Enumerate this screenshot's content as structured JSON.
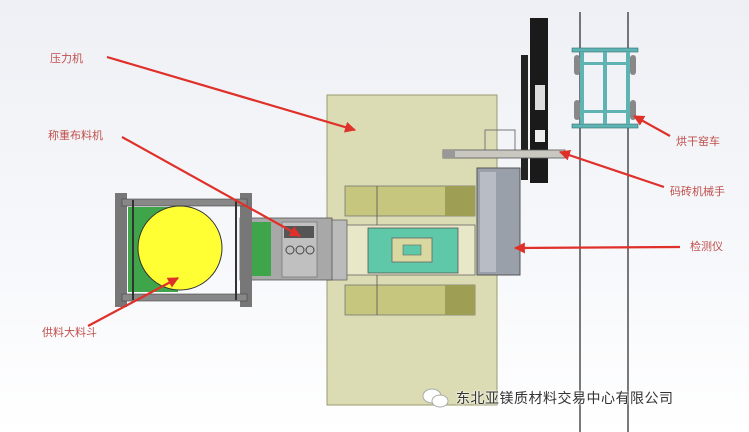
{
  "labels": {
    "press": "压力机",
    "weighing_feeder": "称重布料机",
    "feed_hopper": "供料大料斗",
    "kiln_car": "烘干窑车",
    "brick_robot": "码砖机械手",
    "detector": "检测仪"
  },
  "watermark": {
    "icon": "wechat-icon",
    "text": "东北亚镁质材料交易中心有限公司"
  },
  "colors": {
    "arrow": "#e0302a",
    "label": "#c0504d",
    "press_panel": "#dcdcb4",
    "hopper": "#ffff33",
    "kiln_car": "#5fb3b3"
  }
}
